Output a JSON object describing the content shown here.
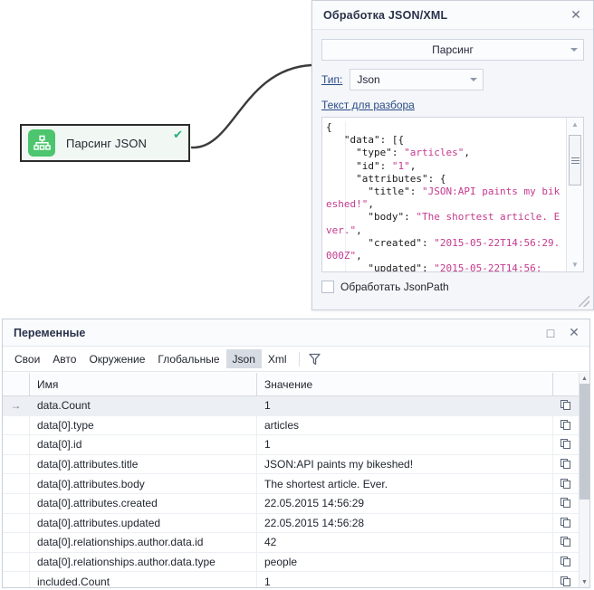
{
  "node": {
    "label": "Парсинг JSON",
    "icon": "sitemap-icon",
    "status_icon": "check-icon",
    "icon_color": "#4cc56e",
    "check_color": "#27ae82"
  },
  "dialog": {
    "title": "Обработка JSON/XML",
    "close_label": "✕",
    "mode_combo": {
      "value": "Парсинг"
    },
    "type_label": "Тип:",
    "type_combo": {
      "value": "Json"
    },
    "text_section_label": "Текст для разбора",
    "editor_text": "{\n   \"data\": [{\n     \"type\": \"articles\",\n     \"id\": \"1\",\n     \"attributes\": {\n       \"title\": \"JSON:API paints my bikeshed!\",\n       \"body\": \"The shortest article. Ever.\",\n       \"created\": \"2015-05-22T14:56:29.000Z\",\n       \"updated\": \"2015-05-22T14:56:",
    "editor_string_color": "#c43a8e",
    "checkbox": {
      "label": "Обработать JsonPath",
      "checked": false
    },
    "resize_grip": "resize-grip-icon"
  },
  "variables": {
    "title": "Переменные",
    "maximize_label": "□",
    "close_label": "✕",
    "tabs": [
      {
        "label": "Свои",
        "active": false
      },
      {
        "label": "Авто",
        "active": false
      },
      {
        "label": "Окружение",
        "active": false
      },
      {
        "label": "Глобальные",
        "active": false
      },
      {
        "label": "Json",
        "active": true
      },
      {
        "label": "Xml",
        "active": false
      }
    ],
    "filter_icon": "filter-funnel-icon",
    "columns": {
      "name": "Имя",
      "value": "Значение"
    },
    "row_indicator": "→",
    "copy_icon": "copy-icon",
    "rows": [
      {
        "name": "data.Count",
        "value": "1",
        "selected": true
      },
      {
        "name": "data[0].type",
        "value": "articles",
        "selected": false
      },
      {
        "name": "data[0].id",
        "value": "1",
        "selected": false
      },
      {
        "name": "data[0].attributes.title",
        "value": "JSON:API paints my bikeshed!",
        "selected": false
      },
      {
        "name": "data[0].attributes.body",
        "value": "The shortest article. Ever.",
        "selected": false
      },
      {
        "name": "data[0].attributes.created",
        "value": "22.05.2015 14:56:29",
        "selected": false
      },
      {
        "name": "data[0].attributes.updated",
        "value": "22.05.2015 14:56:28",
        "selected": false
      },
      {
        "name": "data[0].relationships.author.data.id",
        "value": "42",
        "selected": false
      },
      {
        "name": "data[0].relationships.author.data.type",
        "value": "people",
        "selected": false
      },
      {
        "name": "included.Count",
        "value": "1",
        "selected": false
      }
    ]
  }
}
